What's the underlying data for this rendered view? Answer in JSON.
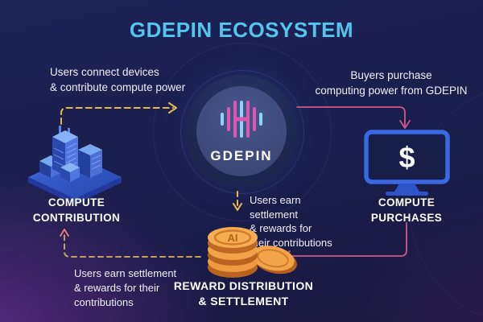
{
  "title": "GDEPIN ECOSYSTEM",
  "center": {
    "name": "GDEPIN"
  },
  "nodes": {
    "contribution": {
      "lines": [
        "COMPUTE",
        "CONTRIBUTION"
      ]
    },
    "purchases": {
      "lines": [
        "COMPUTE",
        "PURCHASES"
      ],
      "dollar_symbol": "$"
    },
    "reward": {
      "lines": [
        "REWARD DISTRIBUTION",
        "& SETTLEMENT"
      ],
      "coin_label": "AI"
    }
  },
  "annotations": {
    "connect_devices": {
      "lines": [
        "Users connect devices",
        "& contribute compute power"
      ]
    },
    "buyers_purchase": {
      "lines": [
        "Buyers purchase",
        "computing power from GDEPIN"
      ]
    },
    "earn_settlement_mid": {
      "lines": [
        "Users earn",
        "settlement",
        "& rewards for",
        "their contributions"
      ]
    },
    "earn_settlement_bottom": {
      "lines": [
        "Users earn settlement",
        "& rewards for their",
        "contributions"
      ]
    }
  },
  "colors": {
    "title_accent": "#54c6ec",
    "arrow_yellow": "#e7b94b",
    "arrow_pink": "#cd5a86",
    "arrow_tan": "#c2a05e",
    "arrowhead_salmon": "#e07878",
    "logo_blue": "#8fd4f2",
    "logo_pink": "#d958b0",
    "coin_orange": "#ef9a40",
    "monitor_blue": "#3a68e2"
  }
}
